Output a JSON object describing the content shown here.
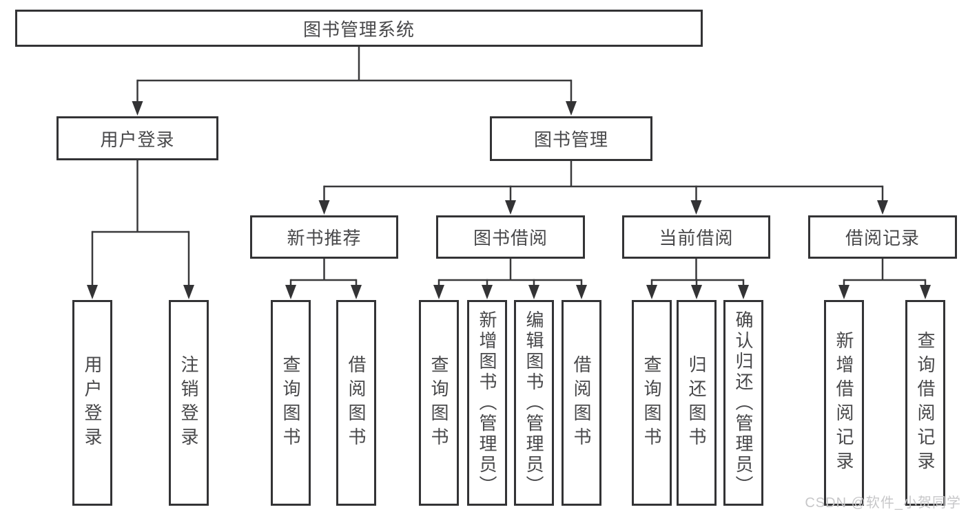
{
  "root": {
    "label": "图书管理系统"
  },
  "branches": [
    {
      "label": "用户登录",
      "children": [
        {
          "label": "用户登录"
        },
        {
          "label": "注销登录"
        }
      ]
    },
    {
      "label": "图书管理",
      "sections": [
        {
          "label": "新书推荐",
          "children": [
            {
              "label": "查询图书"
            },
            {
              "label": "借阅图书"
            }
          ]
        },
        {
          "label": "图书借阅",
          "children": [
            {
              "label": "查询图书"
            },
            {
              "label": "新增图书（管理员）"
            },
            {
              "label": "编辑图书（管理员）"
            },
            {
              "label": "借阅图书"
            }
          ]
        },
        {
          "label": "当前借阅",
          "children": [
            {
              "label": "查询图书"
            },
            {
              "label": "归还图书"
            },
            {
              "label": "确认归还（管理员）"
            }
          ]
        },
        {
          "label": "借阅记录",
          "children": [
            {
              "label": "新增借阅记录"
            },
            {
              "label": "查询借阅记录"
            }
          ]
        }
      ]
    }
  ],
  "watermark": {
    "text": "CSDN @软件_小贺同学"
  },
  "colors": {
    "line": "#39393b",
    "border": "#333335",
    "text": "#48484a",
    "watermark": "#c7c7c9",
    "background": "#ffffff"
  }
}
